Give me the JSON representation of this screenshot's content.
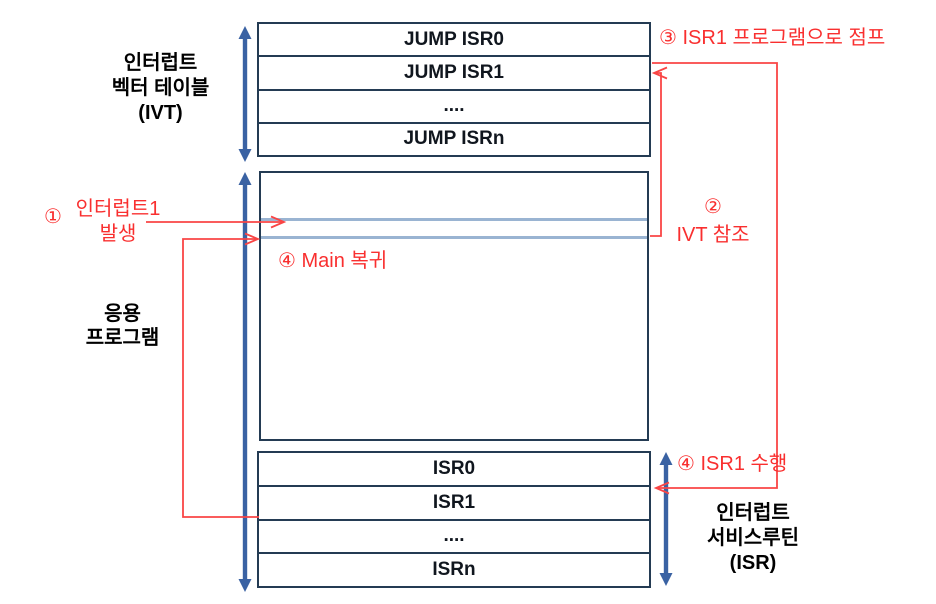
{
  "colors": {
    "box_border": "#243B53",
    "span_arrow_blue": "#3A62A3",
    "interrupt_point_blue": "#9AB4D2",
    "flow_red": "#F94545",
    "label_black": "#000000"
  },
  "ivt": {
    "label_lines": [
      "인터럽트",
      "벡터 테이블",
      "(IVT)"
    ],
    "rows": [
      "JUMP ISR0",
      "JUMP ISR1",
      "....",
      "JUMP ISRn"
    ]
  },
  "app": {
    "label_lines": [
      "응용",
      "프로그램"
    ]
  },
  "isr": {
    "label_lines": [
      "인터럽트",
      "서비스루틴",
      "(ISR)"
    ],
    "rows": [
      "ISR0",
      "ISR1",
      "....",
      "ISRn"
    ]
  },
  "annotations": {
    "step1": {
      "num": "①",
      "line1": "인터럽트1",
      "line2": "발생"
    },
    "step2": {
      "num": "②",
      "text": "IVT 참조"
    },
    "step3": {
      "text": "③ ISR1 프로그램으로 점프"
    },
    "step4_main": {
      "text": "④ Main 복귀"
    },
    "step4_isr": {
      "text": "④ ISR1 수행"
    }
  }
}
